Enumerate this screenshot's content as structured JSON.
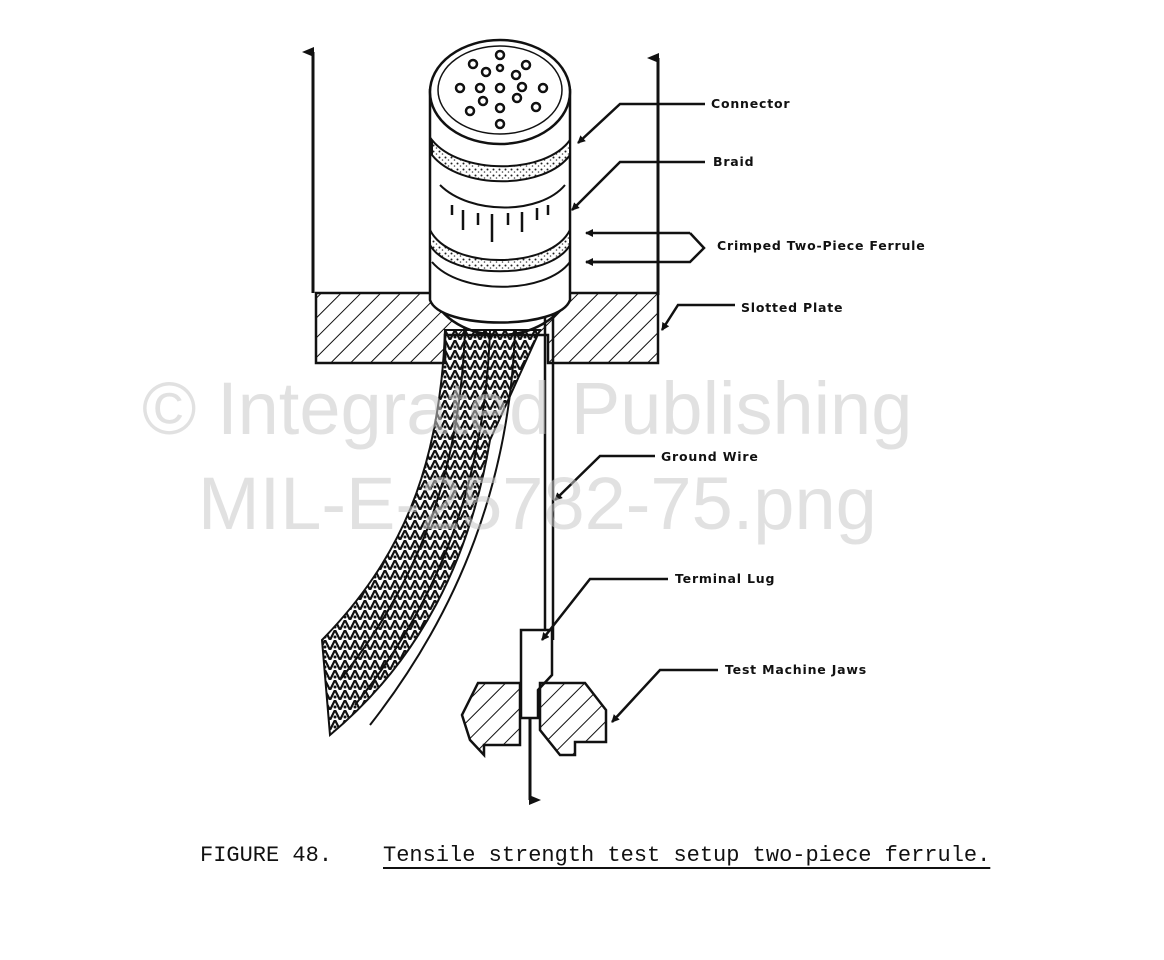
{
  "labels": {
    "connector": "Connector",
    "braid": "Braid",
    "ferrule": "Crimped Two-Piece Ferrule",
    "plate": "Slotted Plate",
    "ground_wire": "Ground Wire",
    "terminal_lug": "Terminal Lug",
    "jaws": "Test Machine Jaws"
  },
  "caption": {
    "figure": "FIGURE 48.",
    "title": "Tensile strength test setup two-piece ferrule."
  },
  "watermark": {
    "line1": "© Integrated Publishing",
    "line2": "MIL-E-25782-75.png"
  }
}
